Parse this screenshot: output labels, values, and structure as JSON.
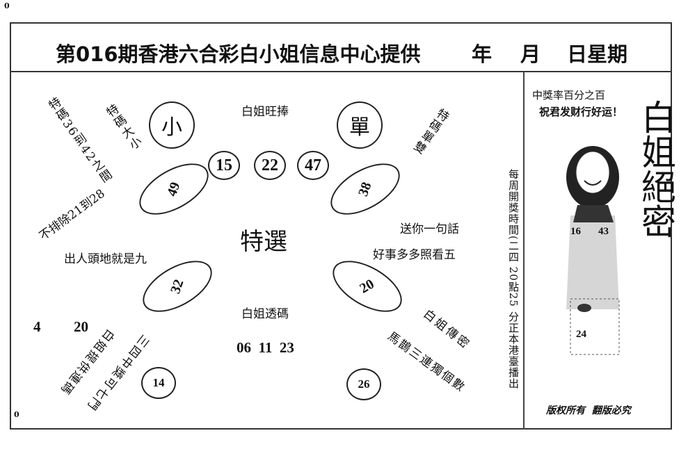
{
  "corner_top": "0",
  "corner_bottom": "0",
  "header": {
    "title": "第016期香港六合彩白小姐信息中心提供",
    "year": "年",
    "month": "月",
    "day_week": "日星期"
  },
  "main": {
    "small_label": "小",
    "single_label": "單",
    "praise": "白姐旺捧",
    "top_numbers": [
      "15",
      "22",
      "47"
    ],
    "ellipse_numbers": {
      "top_left": "49",
      "top_right": "38",
      "bottom_left": "32",
      "bottom_right": "20"
    },
    "featured": "特選",
    "hint_tl_1": "特碼36到42之間",
    "hint_tl_2": "特碼大小",
    "hint_tl_3": "不排除21到28",
    "hint_tr": "特碼單雙",
    "phrase_intro": "送你一句話",
    "phrase": "好事多多照看五",
    "left_phrase": "出人頭地就是九",
    "reveal_label": "白姐透碼",
    "reveal_numbers": "06  11  23",
    "left_numbers": [
      "4",
      "20"
    ],
    "hint_bl_1": "三四中獎可七門",
    "hint_bl_2": "白姐提供連碼",
    "hint_br_1": "白姐傳密",
    "hint_br_2": "馬鵲三連獨個數",
    "circle_bl": "14",
    "circle_br": "26"
  },
  "side_note": "每周開獎時間(二四 20點25 分正本港臺播出",
  "panel": {
    "rate": "中獎率百分之百",
    "wish": "祝君发财行好运！",
    "brand": "白姐絕密",
    "photo_numbers": [
      "16",
      "43",
      "24"
    ],
    "copyright": "版权所有  翻版必究"
  }
}
